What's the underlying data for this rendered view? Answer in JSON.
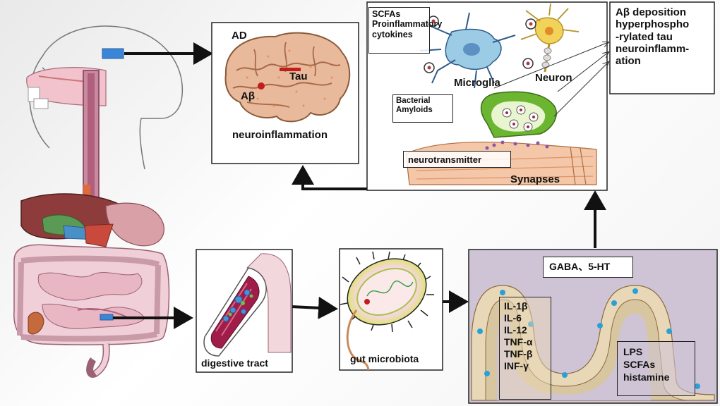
{
  "brain_panel": {
    "ad_label": "AD",
    "abeta_label": "Aβ",
    "tau_label": "Tau",
    "inflammation_label": "neuroinflammation"
  },
  "synapse_panel": {
    "scfas_box": [
      "SCFAs",
      "Proinflammatory",
      "cytokines"
    ],
    "microglia_label": "Microglia",
    "neuron_label": "Neuron",
    "bacterial_box": [
      "Bacterial",
      "Amyloids"
    ],
    "neurotransmitter_label": "neurotransmitter",
    "synapses_label": "Synapses"
  },
  "outcome_box": [
    "Aβ deposition",
    "hyperphospho",
    "-rylated tau",
    "neuroinflamm-",
    "ation"
  ],
  "digestive_label": "digestive tract",
  "microbiota_label": "gut microbiota",
  "intestine_panel": {
    "gaba_label": "GABA、5-HT",
    "cytokines": [
      "IL-1β",
      "IL-6",
      "IL-12",
      "TNF-α",
      "TNF-β",
      "INF-γ"
    ],
    "lps_box": [
      "LPS",
      "SCFAs",
      "histamine"
    ]
  },
  "colors": {
    "arrow": "#111111",
    "marker_blue": "#3a85d8",
    "brain": "#e8b99a",
    "bacteria_outer": "#d9e84a",
    "villi": "#e9d8b8",
    "lumen": "#cfc4d6"
  }
}
